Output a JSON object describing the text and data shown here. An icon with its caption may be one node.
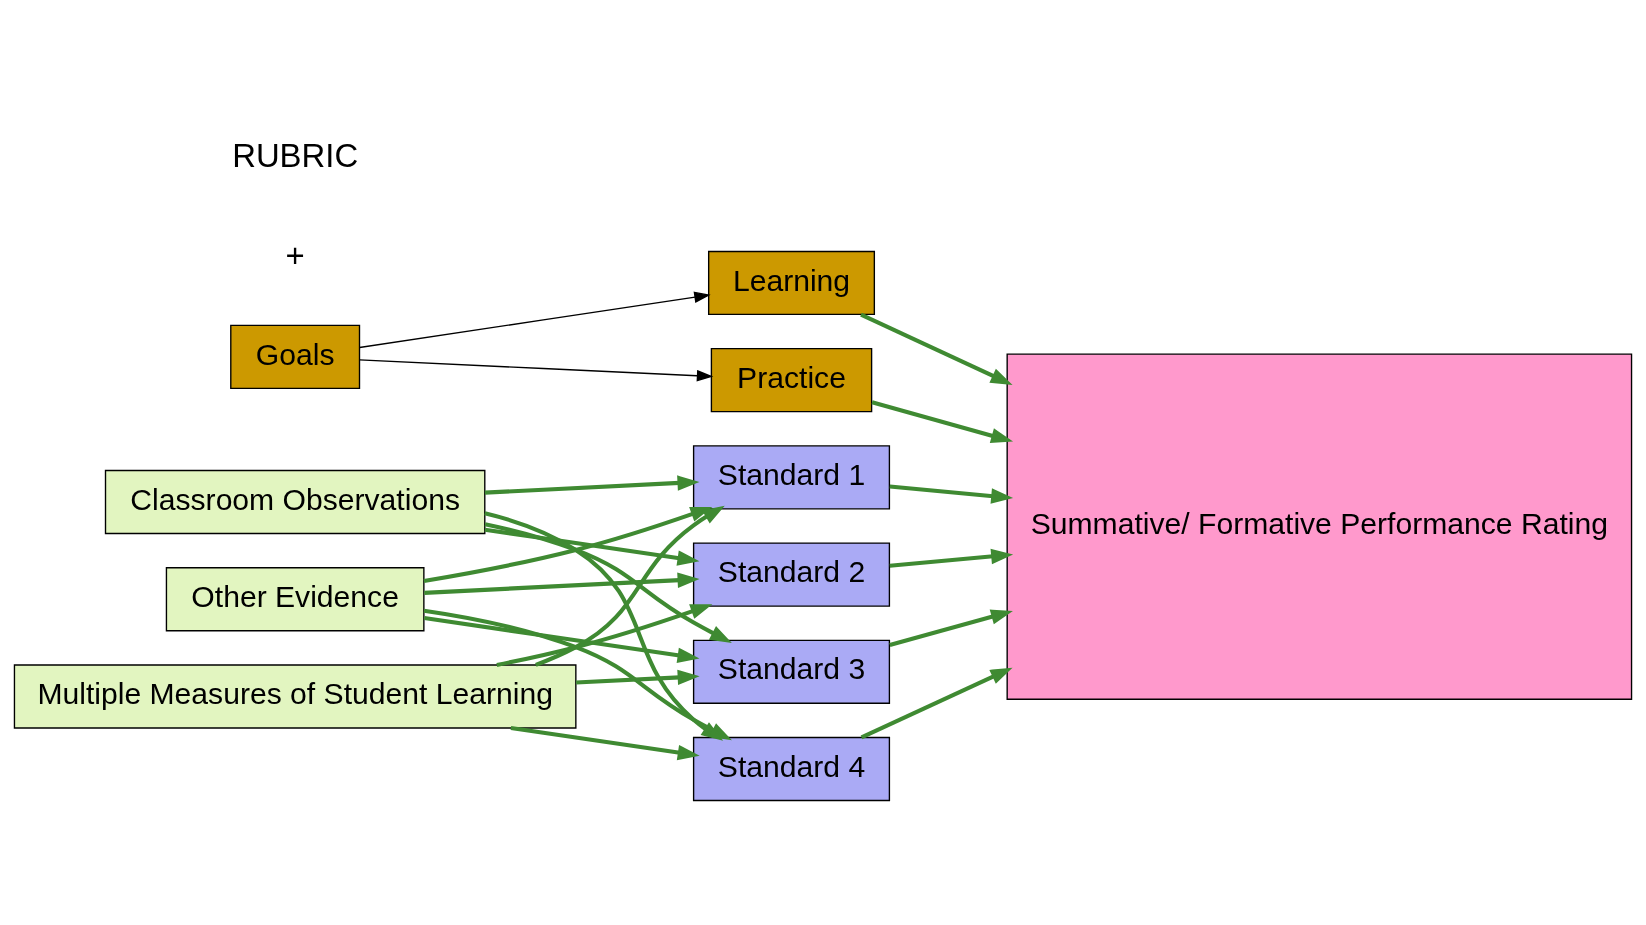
{
  "diagram": {
    "nodes": [
      {
        "text": [
          "Goals"
        ]
      },
      {
        "text": [
          "Learning"
        ]
      },
      {
        "text": [
          "Practice"
        ]
      },
      {
        "text": [
          "Classroom Observations"
        ]
      },
      {
        "text": [
          "Other Evidence"
        ]
      },
      {
        "text": [
          "Multiple Measures of Student Learning"
        ]
      },
      {
        "text": [
          "Standard 1"
        ]
      },
      {
        "text": [
          "Standard 2"
        ]
      },
      {
        "text": [
          "Standard 3"
        ]
      },
      {
        "text": [
          "Standard 4"
        ]
      },
      {
        "text": [
          "Summative/ Formative Performance Rating"
        ]
      }
    ],
    "edges": [
      {
        "from": 0,
        "to": 1,
        "arrow": "to",
        "color": "#000000"
      },
      {
        "from": 0,
        "to": 2,
        "arrow": "to",
        "color": "#000000"
      },
      {
        "from": 1,
        "to": 10,
        "arrow": "to"
      },
      {
        "from": 2,
        "to": 10,
        "arrow": "to"
      },
      {
        "from": 3,
        "to": 6,
        "arrow": "to"
      },
      {
        "from": 3,
        "to": 7,
        "arrow": "to"
      },
      {
        "from": 3,
        "to": 8,
        "arrow": "to"
      },
      {
        "from": 3,
        "to": 9,
        "arrow": "to"
      },
      {
        "from": 4,
        "to": 6,
        "arrow": "to"
      },
      {
        "from": 4,
        "to": 7,
        "arrow": "to"
      },
      {
        "from": 4,
        "to": 8,
        "arrow": "to"
      },
      {
        "from": 4,
        "to": 9,
        "arrow": "to"
      },
      {
        "from": 5,
        "to": 6,
        "arrow": "to"
      },
      {
        "from": 5,
        "to": 7,
        "arrow": "to"
      },
      {
        "from": 5,
        "to": 8,
        "arrow": "to"
      },
      {
        "from": 5,
        "to": 9,
        "arrow": "to"
      },
      {
        "from": 6,
        "to": 10,
        "arrow": "to"
      },
      {
        "from": 7,
        "to": 10,
        "arrow": "to"
      },
      {
        "from": 8,
        "to": 10,
        "arrow": "to"
      },
      {
        "from": 9,
        "to": 10,
        "arrow": "to"
      }
    ],
    "labels": [
      "+",
      "RUBRIC"
    ]
  }
}
